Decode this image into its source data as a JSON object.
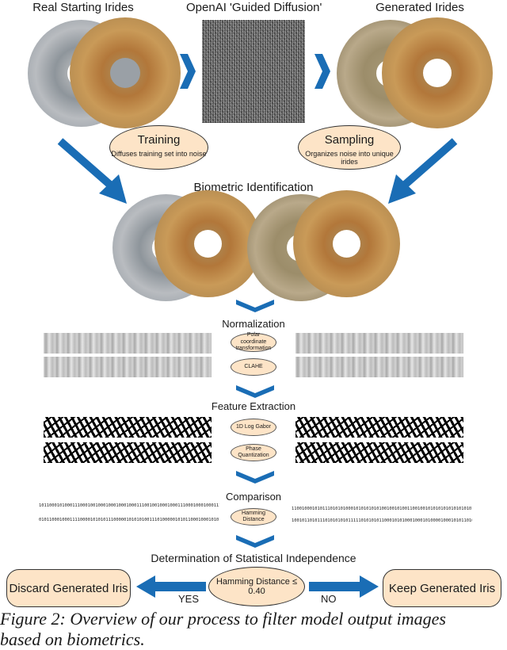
{
  "header": {
    "real_label": "Real Starting Irides",
    "diffusion_label": "OpenAI 'Guided Diffusion'",
    "generated_label": "Generated Irides"
  },
  "training": {
    "title": "Training",
    "subtitle": "Diffuses training set into noise"
  },
  "sampling": {
    "title": "Sampling",
    "subtitle": "Organizes noise into unique irides"
  },
  "biometric_label": "Biometric Identification",
  "normalization": {
    "title": "Normalization",
    "step1": "Polar coordinate transformation",
    "step2": "CLAHE"
  },
  "feature_extraction": {
    "title": "Feature Extraction",
    "step1": "1D Log Gabor",
    "step2": "Phase Quantization"
  },
  "comparison": {
    "title": "Comparison",
    "step": "Hamming Distance",
    "left_bits_1": "1011000101000111000100100010001000100011100100100010001110001000100011100011...",
    "left_bits_2": "0101100010001111000010101011100000101010100111010000010101100010001010100...",
    "right_bits_1": "1100100010101110101010001010101010100100101001100100101010101010101010101001...",
    "right_bits_2": "100101101011101010101011111010101011000101010001000101000010001010110100..."
  },
  "determination": {
    "title": "Determination of  Statistical Independence",
    "threshold": "Hamming Distance ≤ 0.40",
    "yes": "YES",
    "no": "NO",
    "discard": "Discard Generated Iris",
    "keep": "Keep Generated Iris"
  },
  "caption": {
    "line1": "Figure 2: Overview of our process to filter model output images",
    "line2": "based on biometrics."
  },
  "colors": {
    "arrow": "#1a6db5",
    "oval_fill": "#fde4c7"
  }
}
